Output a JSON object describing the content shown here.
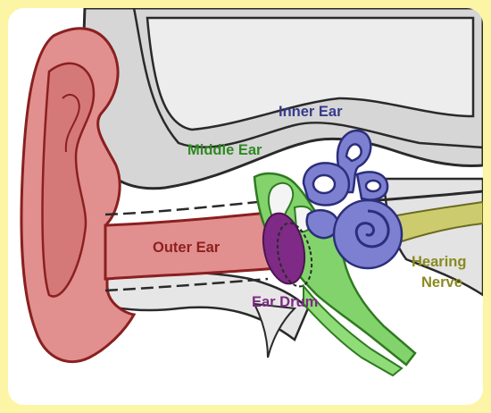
{
  "labels": {
    "inner_ear": "Inner Ear",
    "middle_ear": "Middle Ear",
    "outer_ear": "Outer Ear",
    "ear_drum": "Ear Drum",
    "hearing_nerve_line1": "Hearing",
    "hearing_nerve_line2": "Nerve"
  },
  "colors": {
    "frame": "#fdf5a6",
    "outer_ear": "#e28f8f",
    "middle_ear": "#7dd36a",
    "inner_ear": "#7d7fd0",
    "ear_drum": "#7e2a86",
    "hearing_nerve": "#cccb6e",
    "bone": "#d9d9d9"
  }
}
